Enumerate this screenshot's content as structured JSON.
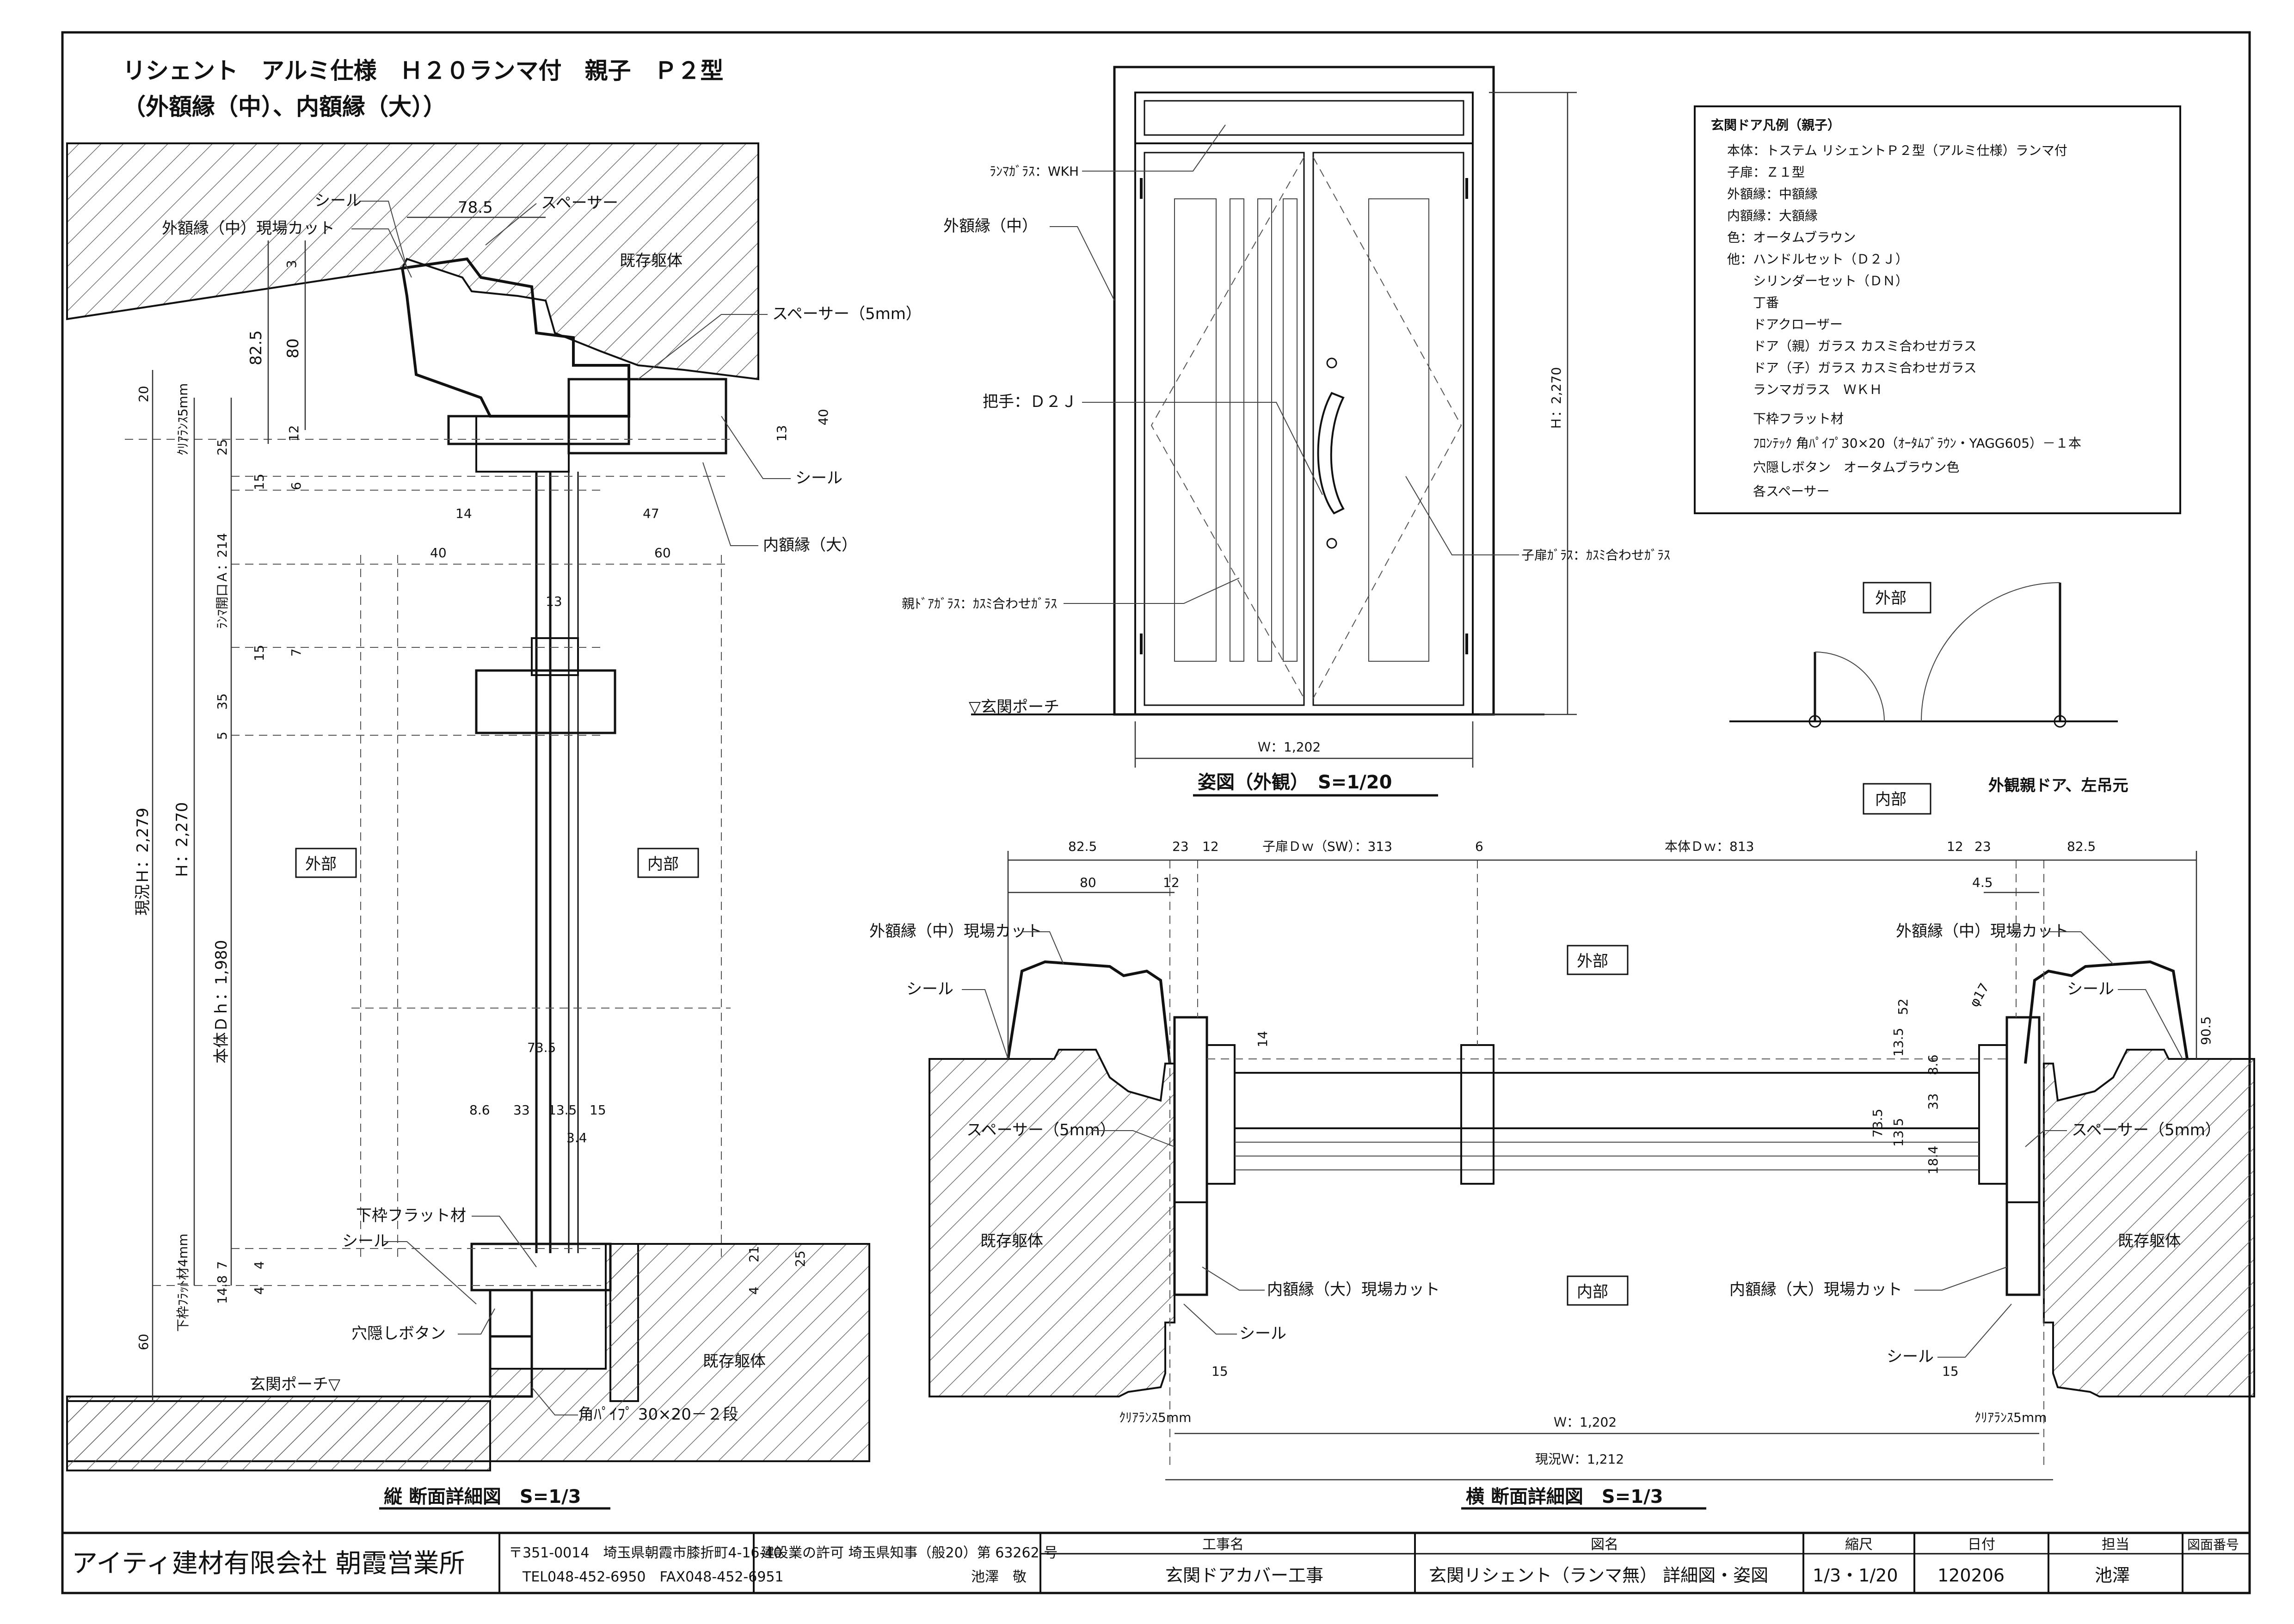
{
  "title": {
    "line1": "リシェント　アルミ仕様　Ｈ２０ランマ付　親子　Ｐ２型",
    "line2": "（外額縁（中）、内額縁（大））"
  },
  "legend": {
    "heading": "玄関ドア凡例（親子）",
    "items": [
      "本体：トステム リシェントＰ２型（アルミ仕様）ランマ付",
      "子扉：Ｚ１型",
      "外額縁：中額縁",
      "内額縁：大額縁",
      "色：オータムブラウン",
      "他：ハンドルセット（Ｄ２Ｊ）",
      "　　シリンダーセット（ＤＮ）",
      "　　丁番",
      "　　ドアクローザー",
      "　　ドア（親）ガラス カスミ合わせガラス",
      "　　ドア（子）ガラス カスミ合わせガラス",
      "　　ランマガラス　ＷＫＨ",
      "　　下枠フラット材",
      "　　ﾌﾛﾝﾃｯｸ 角ﾊﾟｲﾌﾟ30×20（ｵｰﾀﾑﾌﾞﾗｳﾝ・YAGG605）－１本",
      "　　穴隠しボタン　オータムブラウン色",
      "　　各スペーサー"
    ]
  },
  "vertical_section": {
    "caption": "縦 断面詳細図　S=1/3",
    "labels": {
      "seal1": "シール",
      "outer_frame_cut": "外額縁（中）現場カット",
      "spacer": "スペーサー",
      "existing": "既存躯体",
      "spacer5": "スペーサー（5mm）",
      "seal2": "シール",
      "inner_frame": "内額縁（大）",
      "outside": "外部",
      "inside": "内部",
      "flat": "下枠フラット材",
      "seal3": "シール",
      "cap_button": "穴隠しボタン",
      "porch": "玄関ポーチ▽",
      "pipe": "角ﾊﾟｲﾌﾟ 30×20－２段",
      "existing2": "既存躯体"
    },
    "dims": {
      "d785": "78.5",
      "d3": "3",
      "d825": "82.5",
      "d80": "80",
      "d12": "12",
      "d20": "20",
      "d25": "25",
      "d15a": "15",
      "d6": "6",
      "d14": "14",
      "d47": "47",
      "d40a": "40",
      "d60": "60",
      "d40b": "40",
      "d13a": "13",
      "d13b": "13",
      "d15b": "15",
      "d7": "7",
      "d35": "35",
      "d5": "5",
      "clear": "ｸﾘｱﾗﾝｽ5mm",
      "ramma": "ﾗﾝﾏ開口Ａ：214",
      "genkyo": "現況Ｈ：2,279",
      "h": "Ｈ：2,270",
      "dh": "本体Ｄｈ：1,980",
      "d735": "73.5",
      "d86": "8.6",
      "d33": "33",
      "d135": "13.5",
      "d15c": "15",
      "d34": "3.4",
      "flat4": "下枠ﾌﾗｯﾄ材4mm",
      "d148": "14.8",
      "d7b": "7",
      "d4a": "4",
      "d4b": "4",
      "d21": "21",
      "d25b": "25",
      "d4c": "4",
      "d60b": "60"
    }
  },
  "elevation": {
    "caption": "姿図（外観）　S=1/20",
    "labels": {
      "ramma_glass": "ﾗﾝﾏｶﾞﾗｽ：WKH",
      "outer_frame": "外額縁（中）",
      "handle": "把手：Ｄ２Ｊ",
      "child_glass": "子扉ｶﾞﾗｽ：ｶｽﾐ合わせｶﾞﾗｽ",
      "parent_glass": "親ﾄﾞｱｶﾞﾗｽ：ｶｽﾐ合わせｶﾞﾗｽ",
      "porch": "▽玄関ポーチ",
      "w": "Ｗ：1,202",
      "h": "Ｈ：2,270"
    }
  },
  "swing": {
    "outside": "外部",
    "inside": "内部",
    "note": "外観親ドア、左吊元"
  },
  "horizontal_section": {
    "caption": "横 断面詳細図　S=1/3",
    "labels": {
      "outer_cut_l": "外額縁（中）現場カット",
      "outer_cut_r": "外額縁（中）現場カット",
      "seal_l": "シール",
      "seal_r": "シール",
      "outside": "外部",
      "inside": "内部",
      "spacer_l": "スペーサー（5mm）",
      "spacer_r": "スペーサー（5mm）",
      "existing_l": "既存躯体",
      "existing_r": "既存躯体",
      "inner_cut_l": "内額縁（大）現場カット",
      "inner_cut_r": "内額縁（大）現場カット",
      "seal_bl": "シール",
      "seal_br": "シール",
      "clear_l": "ｸﾘｱﾗﾝｽ5mm",
      "clear_r": "ｸﾘｱﾗﾝｽ5mm",
      "w": "Ｗ：1,202",
      "wg": "現況Ｗ：1,212"
    },
    "dims": {
      "l825": "82.5",
      "l23": "23",
      "l12": "12",
      "child": "子扉Ｄｗ（SW）：313",
      "six": "6",
      "body": "本体Ｄｗ：813",
      "r12": "12",
      "r23": "23",
      "r825": "82.5",
      "l80": "80",
      "l12b": "12",
      "r45": "4.5",
      "r52": "52",
      "r17": "φ17",
      "l14": "14",
      "r135a": "13.5",
      "r86": "8.6",
      "r33": "33",
      "r735": "73.5",
      "r135b": "13.5",
      "r184": "18.4",
      "r905": "90.5",
      "l15": "15",
      "r15": "15"
    }
  },
  "title_block": {
    "company": "アイティ建材有限会社 朝霞営業所",
    "address1": "〒351-0014　埼玉県朝霞市膝折町4-16-40",
    "address2": "TEL048-452-6950　FAX048-452-6951",
    "license1": "建設業の許可 埼玉県知事（般20）第 63262 号",
    "license2": "池澤　敬",
    "h_project": "工事名",
    "project": "玄関ドアカバー工事",
    "h_drawing": "図名",
    "drawing": "玄関リシェント（ランマ無） 詳細図・姿図",
    "h_scale": "縮尺",
    "scale": "1/3・1/20",
    "h_date": "日付",
    "date": "120206",
    "h_person": "担当",
    "person": "池澤",
    "h_number": "図面番号",
    "number": ""
  }
}
